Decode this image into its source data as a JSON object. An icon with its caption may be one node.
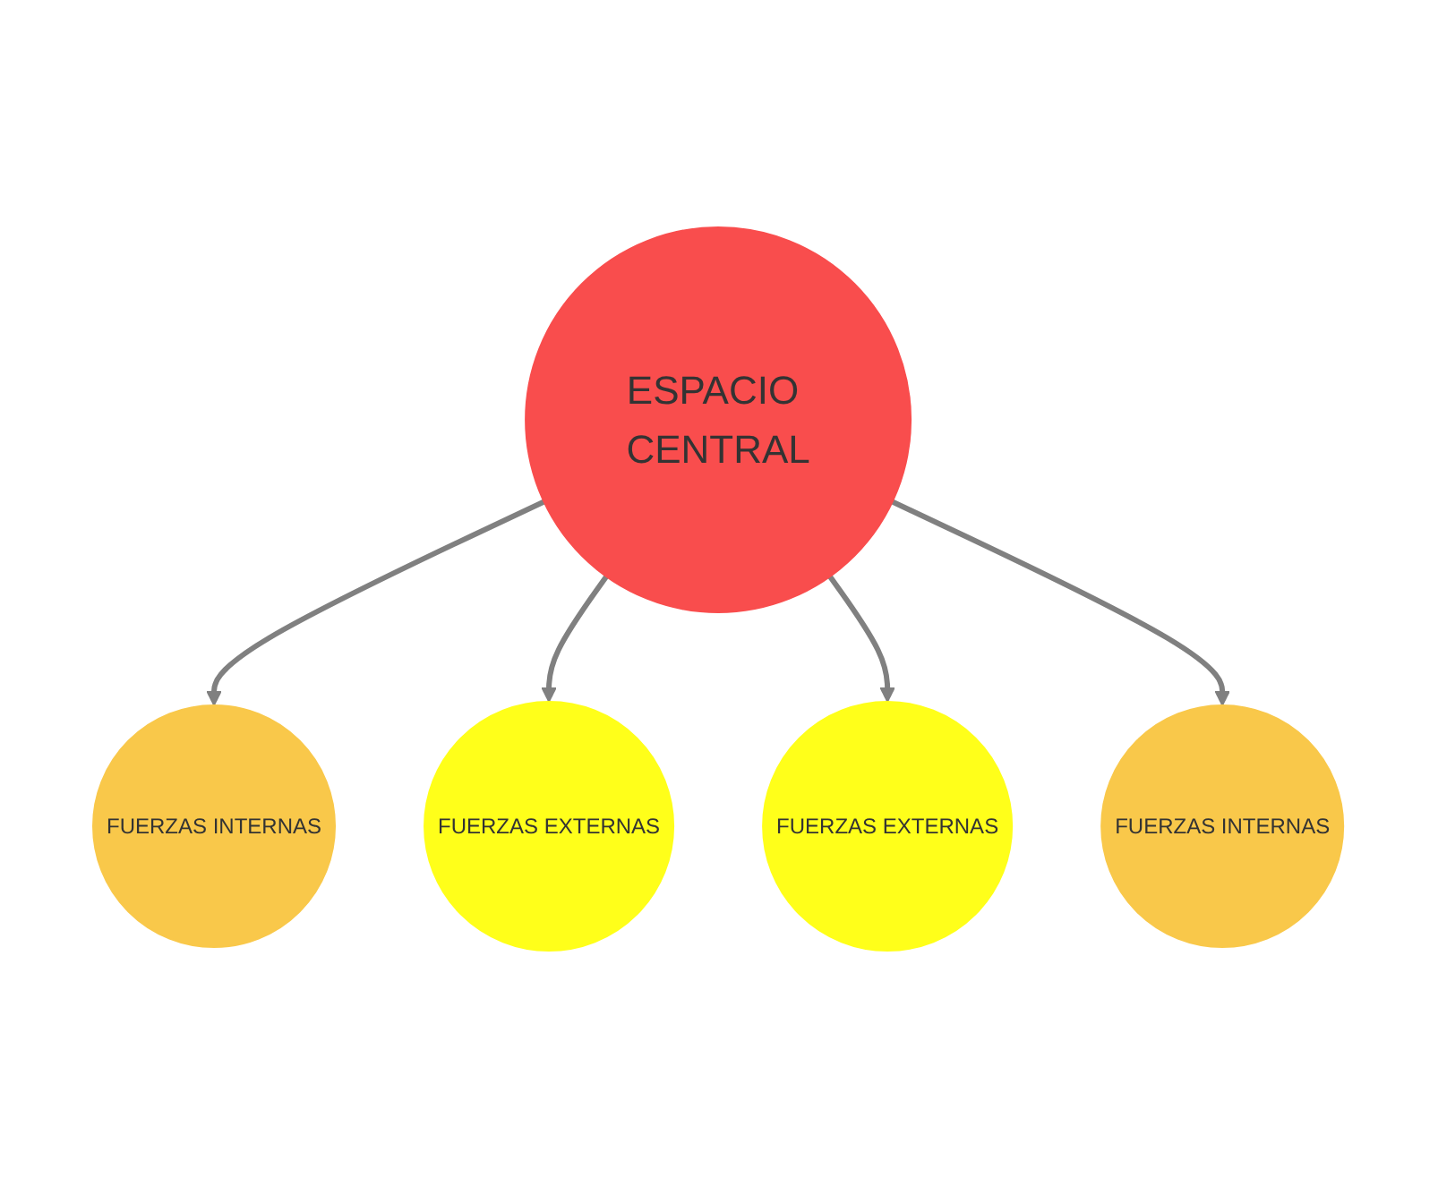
{
  "diagram": {
    "nodes": [
      {
        "text": [
          "FUERZAS INTERNAS"
        ]
      },
      {
        "text": [
          "FUERZAS EXTERNAS"
        ]
      },
      {
        "text": [
          "ESPACIO CENTRAL"
        ]
      },
      {
        "text": [
          "FUERZAS EXTERNAS"
        ]
      },
      {
        "text": [
          "FUERZAS INTERNAS"
        ]
      }
    ],
    "edges": [
      {
        "from": 2,
        "to": 0,
        "arrow": "to"
      },
      {
        "from": 2,
        "to": 1,
        "arrow": "to"
      },
      {
        "from": 2,
        "to": 3,
        "arrow": "to"
      },
      {
        "from": 2,
        "to": 4,
        "arrow": "to"
      }
    ]
  }
}
